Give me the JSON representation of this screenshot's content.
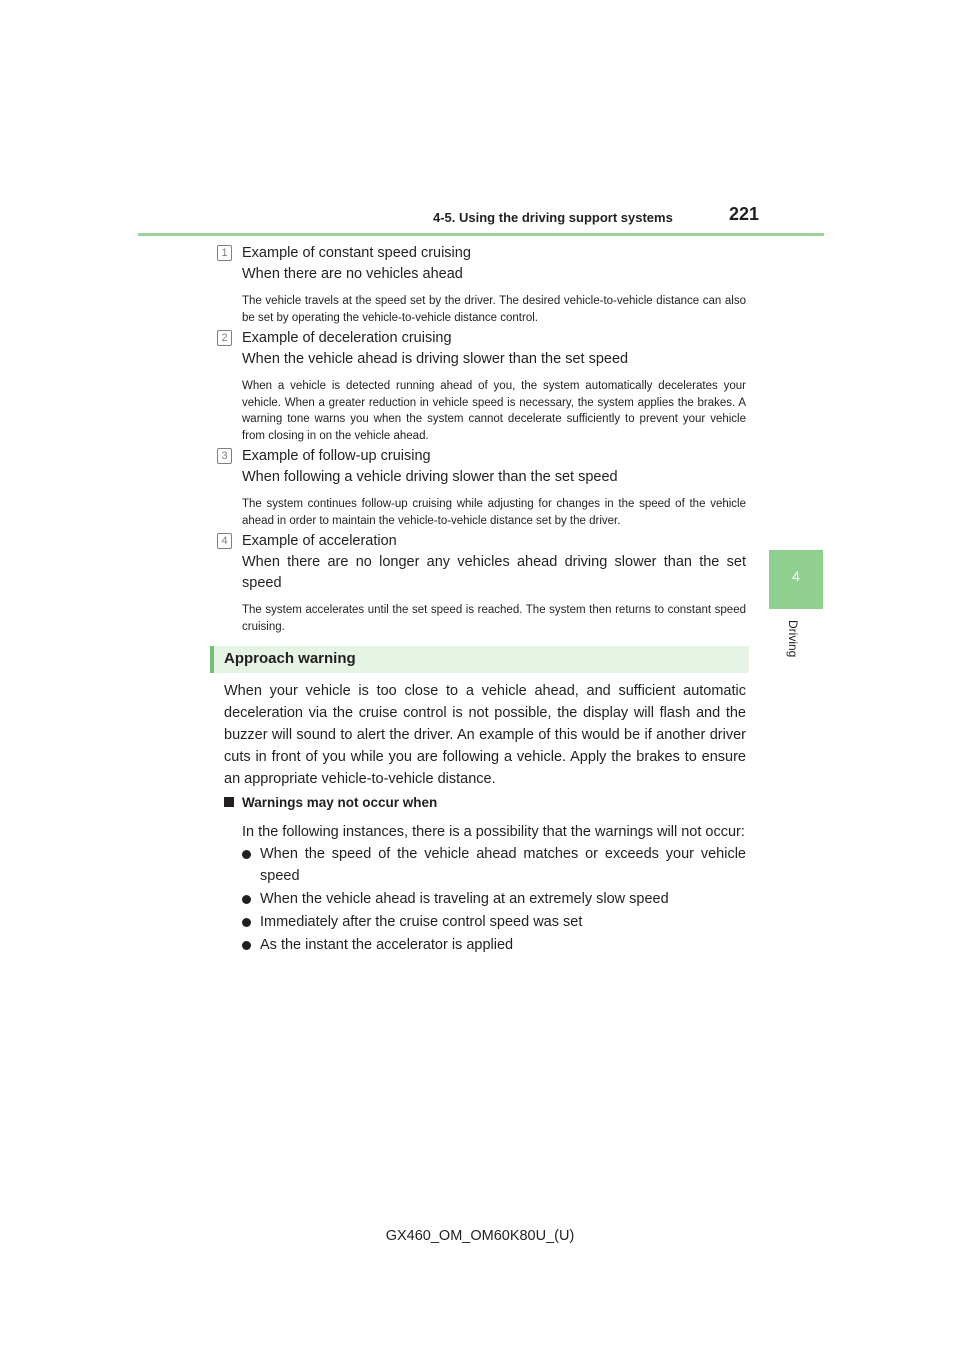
{
  "header": {
    "section": "4-5. Using the driving support systems",
    "page_number": "221"
  },
  "side_tab": {
    "number": "4",
    "label": "Driving"
  },
  "items": [
    {
      "marker": "1",
      "title": "Example of constant speed cruising",
      "subtitle": "When there are no vehicles ahead",
      "detail": "The vehicle travels at the speed set by the driver. The desired vehicle-to-vehicle distance can also be set by operating the vehicle-to-vehicle distance control."
    },
    {
      "marker": "2",
      "title": "Example of deceleration cruising",
      "subtitle": "When the vehicle ahead is driving slower than the set speed",
      "detail": "When a vehicle is detected running ahead of you, the system automatically decelerates your vehicle. When a greater reduction in vehicle speed is necessary, the system applies the brakes. A warning tone warns you when the system cannot decelerate sufficiently to prevent your vehicle from closing in on the vehicle ahead."
    },
    {
      "marker": "3",
      "title": "Example of follow-up cruising",
      "subtitle": "When following a vehicle driving slower than the set speed",
      "detail": "The system continues follow-up cruising while adjusting for changes in the speed of the vehicle ahead in order to maintain the vehicle-to-vehicle distance set by the driver."
    },
    {
      "marker": "4",
      "title": "Example of acceleration",
      "subtitle": "When there are no longer any vehicles ahead driving slower than the set speed",
      "detail": "The system accelerates until the set speed is reached. The system then returns to constant speed cruising."
    }
  ],
  "section": {
    "title": "Approach warning",
    "paragraph": "When your vehicle is too close to a vehicle ahead, and sufficient automatic deceleration via the cruise control is not possible, the display will flash and the buzzer will sound to alert the driver. An example of this would be if another driver cuts in front of you while you are following a vehicle. Apply the brakes to ensure an appropriate vehicle-to-vehicle distance.",
    "subhead": "Warnings may not occur when",
    "intro": "In the following instances, there is a possibility that the warnings will not occur:",
    "bullets": [
      "When the speed of the vehicle ahead matches or exceeds your vehicle speed",
      "When the vehicle ahead is traveling at an extremely slow speed",
      "Immediately after the cruise control speed was set",
      "As the instant the accelerator is applied"
    ]
  },
  "footer": {
    "code": "GX460_OM_OM60K80U_(U)"
  }
}
